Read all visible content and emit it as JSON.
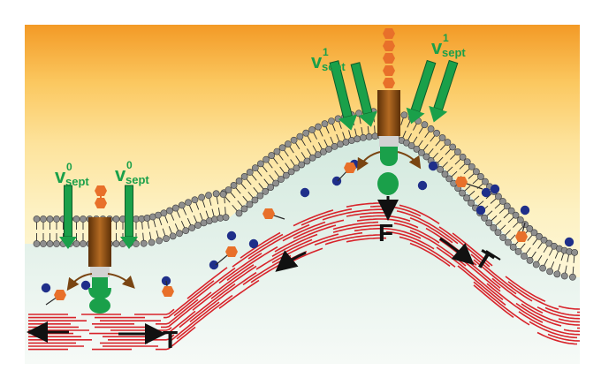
{
  "labels": {
    "v_base": "v",
    "sub": "sept",
    "sup_zero": "0",
    "sup_one": "1",
    "force_F": "F",
    "force_T": "T"
  },
  "colors": {
    "background_top": "#f6a12c",
    "background_mid": "#fbd77c",
    "background_low": "#fdf4c4",
    "cytoplasm": "#e3efe7",
    "filament": "#d8232a",
    "septin_green": "#1aa04a",
    "channel_brown": "#8a4e16",
    "lipid_head": "#8e8e8e",
    "small_molecule_orange": "#e8702a",
    "small_molecule_blue": "#1f2f8a",
    "arrow_green": "#1aa04a",
    "arrow_black": "#111111"
  },
  "icons": {
    "insertion_arrow": "green-down-arrow-icon",
    "septin_complex": "septin-complex-icon",
    "membrane_channel": "brown-channel-icon"
  }
}
